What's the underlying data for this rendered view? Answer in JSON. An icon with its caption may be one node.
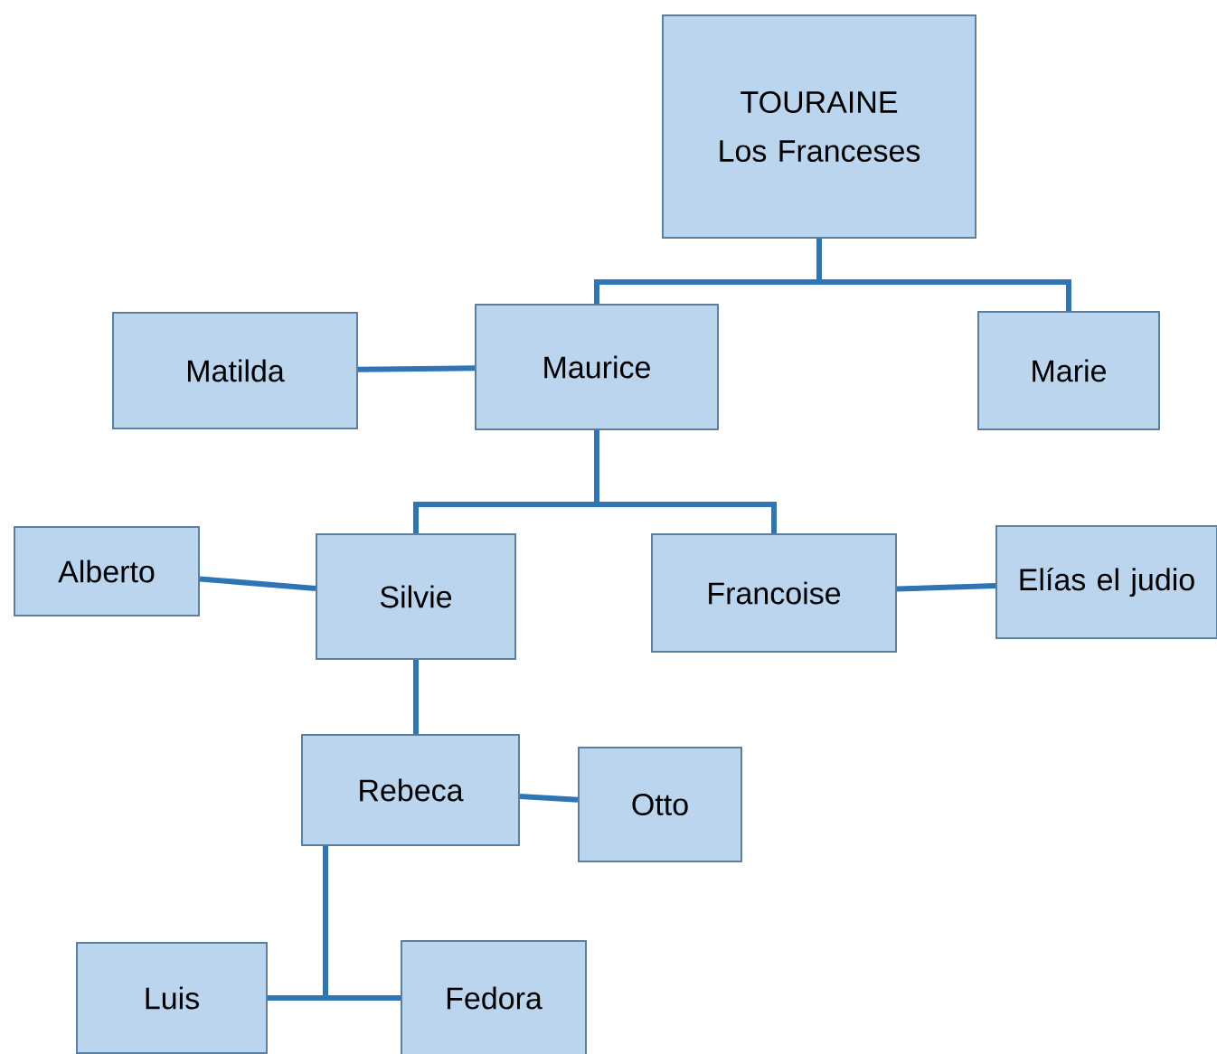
{
  "diagram": {
    "nodes": [
      {
        "text": [
          "TOURAINE",
          "Los Franceses"
        ]
      },
      {
        "text": [
          "Matilda"
        ]
      },
      {
        "text": [
          "Maurice"
        ]
      },
      {
        "text": [
          "Marie"
        ]
      },
      {
        "text": [
          "Alberto"
        ]
      },
      {
        "text": [
          "Silvie"
        ]
      },
      {
        "text": [
          "Francoise"
        ]
      },
      {
        "text": [
          "Elías el judio"
        ]
      },
      {
        "text": [
          "Rebeca"
        ]
      },
      {
        "text": [
          "Otto"
        ]
      },
      {
        "text": [
          "Luis"
        ]
      },
      {
        "text": [
          "Fedora"
        ]
      }
    ],
    "edges": [
      {
        "from": 0,
        "to": 2,
        "arrow": "none"
      },
      {
        "from": 0,
        "to": 3,
        "arrow": "none"
      },
      {
        "from": 1,
        "to": 2,
        "arrow": "none"
      },
      {
        "from": 2,
        "to": 5,
        "arrow": "none"
      },
      {
        "from": 2,
        "to": 6,
        "arrow": "none"
      },
      {
        "from": 4,
        "to": 5,
        "arrow": "none"
      },
      {
        "from": 6,
        "to": 7,
        "arrow": "none"
      },
      {
        "from": 5,
        "to": 8,
        "arrow": "none"
      },
      {
        "from": 8,
        "to": 9,
        "arrow": "none"
      },
      {
        "from": 8,
        "to": 10,
        "arrow": "none"
      },
      {
        "from": 8,
        "to": 11,
        "arrow": "none"
      }
    ]
  }
}
